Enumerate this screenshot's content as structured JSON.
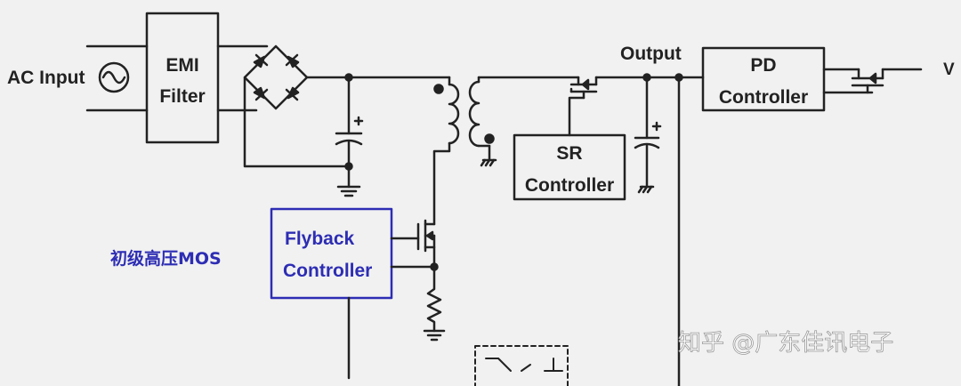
{
  "diagram": {
    "labels": {
      "ac_input": "AC Input",
      "emi_line1": "EMI",
      "emi_line2": "Filter",
      "output": "Output",
      "pd_line1": "PD",
      "pd_line2": "Controller",
      "v_out": "V",
      "sr_line1": "SR",
      "sr_line2": "Controller",
      "flyback_line1": "Flyback",
      "flyback_line2": "Controller",
      "primary_mos": "初级高压MOS"
    },
    "watermark": "知乎 @广东佳讯电子",
    "colors": {
      "background": "#f1f1f1",
      "line": "#222222",
      "highlight": "#2d2db4",
      "watermark": "#ffffff"
    }
  }
}
